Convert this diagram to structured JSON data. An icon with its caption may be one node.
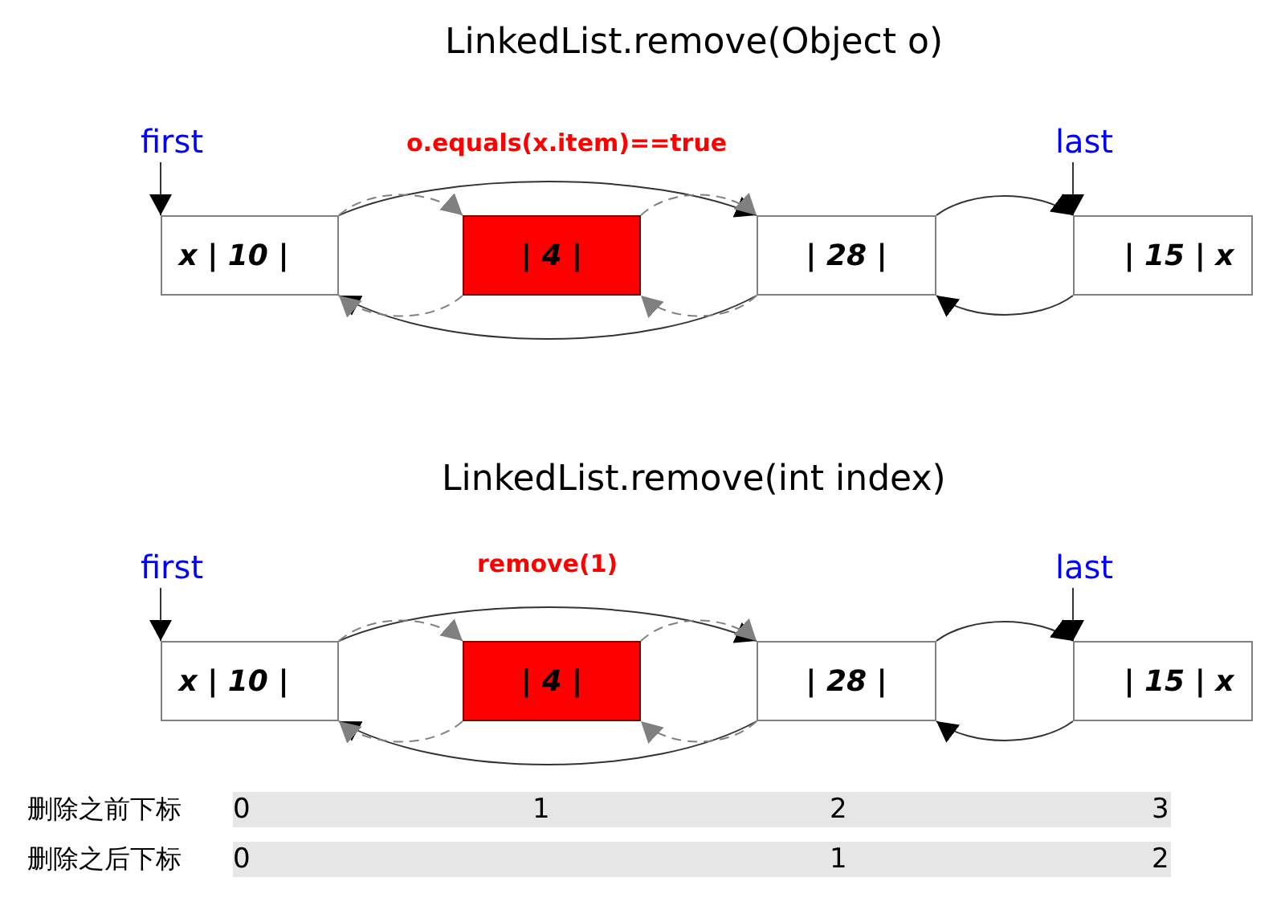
{
  "diagram": {
    "nodes": [
      {
        "text": [
          "first"
        ]
      },
      {
        "text": [
          "x | 10 |"
        ]
      },
      {
        "text": [
          "| 4 |"
        ]
      },
      {
        "text": [
          "| 28 |"
        ]
      },
      {
        "text": [
          "| 15 | x"
        ]
      },
      {
        "text": [
          "last"
        ]
      },
      {
        "text": [
          "first"
        ]
      },
      {
        "text": [
          "x | 10 |"
        ]
      },
      {
        "text": [
          "| 4 |"
        ]
      },
      {
        "text": [
          "| 28 |"
        ]
      },
      {
        "text": [
          "| 15 | x"
        ]
      },
      {
        "text": [
          "last"
        ]
      }
    ],
    "edges": [
      {
        "from": 0,
        "to": 1,
        "arrow": "to"
      },
      {
        "from": 5,
        "to": 4,
        "arrow": "to"
      },
      {
        "from": 1,
        "to": 3,
        "arrow": "to"
      },
      {
        "from": 3,
        "to": 1,
        "arrow": "to"
      },
      {
        "from": 1,
        "to": 2,
        "arrow": "to",
        "style": "dashed",
        "color": "#808080"
      },
      {
        "from": 2,
        "to": 3,
        "arrow": "to",
        "style": "dashed",
        "color": "#808080"
      },
      {
        "from": 3,
        "to": 2,
        "arrow": "to",
        "style": "dashed",
        "color": "#808080"
      },
      {
        "from": 2,
        "to": 1,
        "arrow": "to",
        "style": "dashed",
        "color": "#808080"
      },
      {
        "from": 3,
        "to": 4,
        "arrow": "to"
      },
      {
        "from": 4,
        "to": 3,
        "arrow": "to"
      },
      {
        "from": 6,
        "to": 7,
        "arrow": "to"
      },
      {
        "from": 11,
        "to": 10,
        "arrow": "to"
      },
      {
        "from": 7,
        "to": 9,
        "arrow": "to"
      },
      {
        "from": 9,
        "to": 7,
        "arrow": "to"
      },
      {
        "from": 7,
        "to": 8,
        "arrow": "to",
        "style": "dashed",
        "color": "#808080"
      },
      {
        "from": 8,
        "to": 9,
        "arrow": "to",
        "style": "dashed",
        "color": "#808080"
      },
      {
        "from": 9,
        "to": 8,
        "arrow": "to",
        "style": "dashed",
        "color": "#808080"
      },
      {
        "from": 8,
        "to": 7,
        "arrow": "to",
        "style": "dashed",
        "color": "#808080"
      },
      {
        "from": 9,
        "to": 10,
        "arrow": "to"
      },
      {
        "from": 10,
        "to": 9,
        "arrow": "to"
      }
    ],
    "labels": [
      "LinkedList.remove(Object o)",
      "o.equals(x.item)==true",
      "LinkedList.remove(int index)",
      "remove(1)",
      "删除之前下标",
      "0",
      "1",
      "2",
      "3",
      "删除之后下标",
      "0",
      "1",
      "2"
    ]
  }
}
